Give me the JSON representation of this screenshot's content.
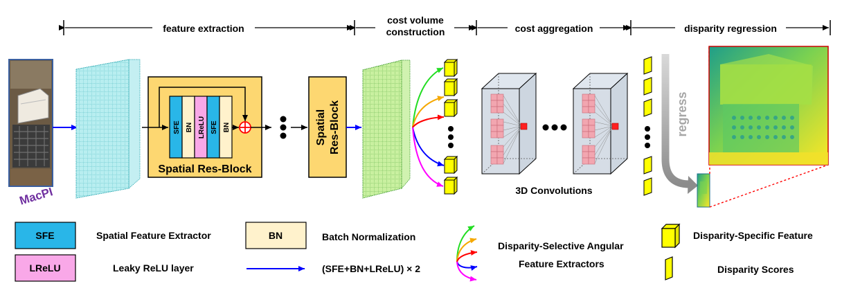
{
  "stages": {
    "feature_extraction": "feature extraction",
    "cost_volume_line1": "cost volume",
    "cost_volume_line2": "construction",
    "cost_aggregation": "cost aggregation",
    "disparity_regression": "disparity regression"
  },
  "input_label": "MacPI",
  "res_block": {
    "sfe": "SFE",
    "bn": "BN",
    "lrelu": "LReLU",
    "caption": "Spatial Res-Block",
    "second_line1": "Spatial",
    "second_line2": "Res-Block"
  },
  "conv3d_label": "3D Convolutions",
  "regress_label": "regress",
  "legend": {
    "sfe_box": "SFE",
    "sfe_text": "Spatial Feature Extractor",
    "lrelu_box": "LReLU",
    "lrelu_text": "Leaky ReLU layer",
    "bn_box": "BN",
    "bn_text": "Batch Normalization",
    "arrow_text": "(SFE+BN+LReLU) × 2",
    "dsafe_line1": "Disparity-Selective Angular",
    "dsafe_line2": "Feature Extractors",
    "dsf_text": "Disparity-Specific Feature",
    "scores_text": "Disparity Scores"
  },
  "colors": {
    "sfe": "#29b6e8",
    "bn": "#fff2cc",
    "lrelu": "#f9a8e8",
    "resblock_fill": "#fdd771",
    "feature_grid": "#8fe0e0",
    "cost_grid": "#9fdc6a",
    "yellow": "#ffff00",
    "arrow_blue": "#0000ff",
    "macpi_label": "#7030a0",
    "red": "#ff0000"
  }
}
